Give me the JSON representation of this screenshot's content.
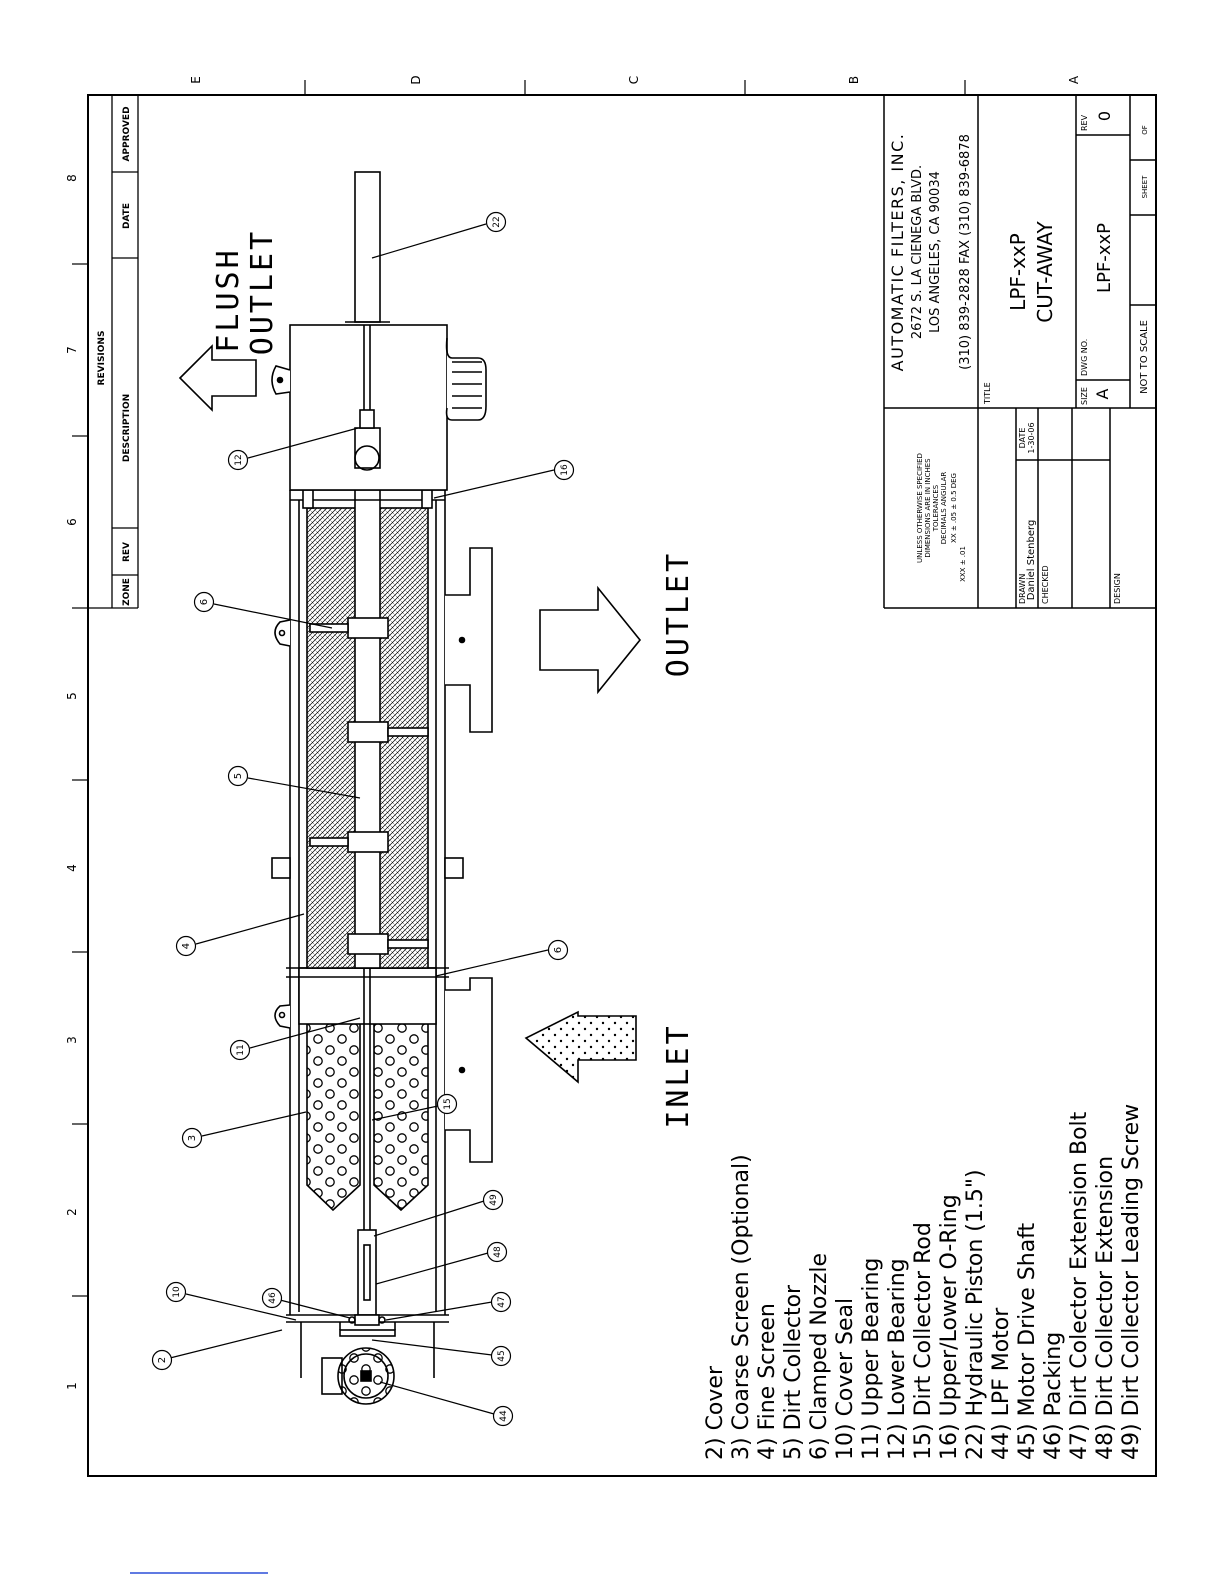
{
  "zone_letters": [
    "E",
    "D",
    "C",
    "B",
    "A"
  ],
  "zone_numbers": [
    "1",
    "2",
    "3",
    "4",
    "5",
    "6",
    "7",
    "8"
  ],
  "revisions": {
    "title": "REVISIONS",
    "headers": {
      "zone": "ZONE",
      "rev": "REV",
      "description": "DESCRIPTION",
      "date": "DATE",
      "approved": "APPROVED"
    }
  },
  "title_block": {
    "company": "AUTOMATIC FILTERS, INC.",
    "address1": "2672 S. LA CIENEGA BLVD.",
    "address2": "LOS ANGELES, CA 90034",
    "phone": "(310) 839-2828  FAX (310) 839-6878",
    "title_label": "TITLE",
    "title1": "LPF-xxP",
    "title2": "CUT-AWAY",
    "size_label": "SIZE",
    "size": "A",
    "dwg_label": "DWG NO.",
    "dwg_no": "LPF-xxP",
    "rev_label": "REV",
    "rev": "0",
    "scale": "NOT TO SCALE",
    "sheet_label": "SHEET",
    "of_label": "OF",
    "drawn_label": "DRAWN",
    "drawn_by": "Daniel Stenberg",
    "date_label": "DATE",
    "date": "1-30-06",
    "checked_label": "CHECKED",
    "design_label": "DESIGN",
    "tolerances": [
      "UNLESS OTHERWISE SPECIFIED",
      "DIMENSIONS ARE IN INCHES",
      "TOLERANCES",
      "DECIMALS      ANGULAR",
      "XX ± .05      ± 0.5 DEG",
      "XXX ± .01"
    ]
  },
  "flow_labels": {
    "flush1": "FLUSH",
    "flush2": "OUTLET",
    "outlet": "OUTLET",
    "inlet": "INLET"
  },
  "callouts": [
    "2",
    "10",
    "46",
    "44",
    "45",
    "47",
    "48",
    "49",
    "3",
    "15",
    "11",
    "4",
    "6",
    "5",
    "6",
    "12",
    "16",
    "22"
  ],
  "parts": [
    "2) Cover",
    "3) Coarse Screen (Optional)",
    "4) Fine Screen",
    "5) Dirt Collector",
    "6) Clamped Nozzle",
    "10) Cover Seal",
    "11) Upper Bearing",
    "12) Lower Bearing",
    "15) Dirt Collector Rod",
    "16) Upper/Lower O-Ring",
    "22) Hydraulic Piston (1.5\")",
    "44) LPF Motor",
    "45) Motor Drive Shaft",
    "46) Packing",
    "47) Dirt Colector Extension Bolt",
    "48) Dirt Collector Extension",
    "49) Dirt Collector Leading Screw"
  ]
}
